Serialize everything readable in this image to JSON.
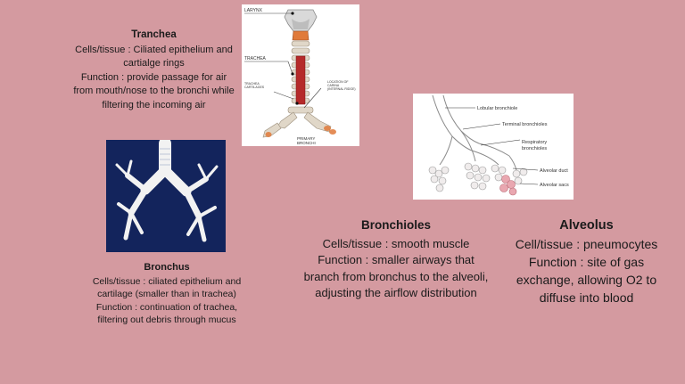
{
  "trachea": {
    "title": "Tranchea",
    "cells": "Cells/tissue : Ciliated epithelium and cartialge rings",
    "function": "Function : provide passage for air from mouth/nose to the bronchi while filtering the incoming air"
  },
  "bronchus": {
    "title": "Bronchus",
    "cells": "Cells/tissue : ciliated epithelium and cartilage (smaller than in trachea)",
    "function": "Function : continuation of trachea, filtering out debris through mucus"
  },
  "bronchioles": {
    "title": "Bronchioles",
    "cells": "Cells/tissue : smooth muscle",
    "function": "Function : smaller airways that branch from bronchus to the alveoli, adjusting the airflow distribution"
  },
  "alveolus": {
    "title": "Alveolus",
    "cells": "Cell/tissue : pneumocytes",
    "function": "Function : site of gas exchange, allowing O2 to diffuse into blood"
  },
  "trachea_figure": {
    "larynx": "LARYNX",
    "trachea": "TRACHEA",
    "cartilages_1": "TRACHEA",
    "cartilages_2": "CARTILAGES",
    "carina_1": "LOCATION OF",
    "carina_2": "CARINA",
    "carina_3": "(INTERNAL RIDGE)",
    "primary_1": "PRIMARY",
    "primary_2": "BRONCHI"
  },
  "bronchioles_figure": {
    "lobular": "Lobular bronchiole",
    "terminal": "Terminal bronchioles",
    "resp_1": "Respiratory",
    "resp_2": "bronchioles",
    "duct": "Alveolar duct",
    "sacs": "Alveolar sacs"
  }
}
